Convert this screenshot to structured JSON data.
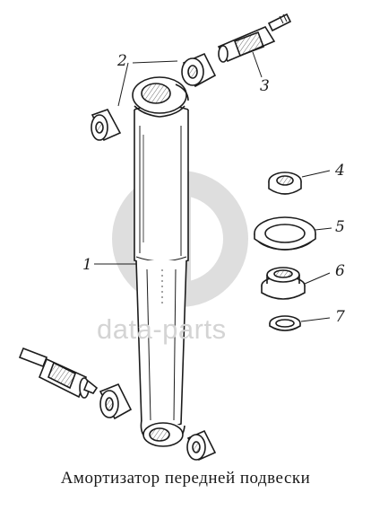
{
  "callouts": {
    "c1": "1",
    "c2": "2",
    "c3": "3",
    "c4": "4",
    "c5": "5",
    "c6": "6",
    "c7": "7"
  },
  "caption": "Амортизатор передней подвески",
  "watermark": {
    "text": "data-parts",
    "color": "#d4d4d4"
  },
  "colors": {
    "ink": "#1c1c1c",
    "watermark": "#d9d9d9"
  }
}
